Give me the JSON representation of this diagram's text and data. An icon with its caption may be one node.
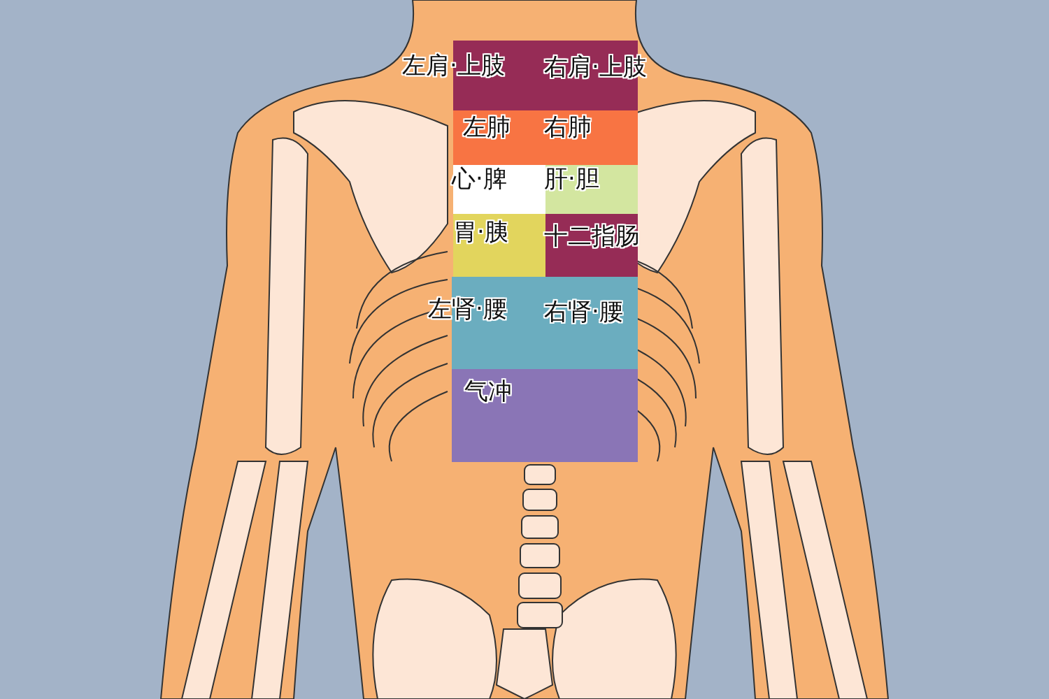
{
  "diagram": {
    "nodes": [
      {
        "text": [
          "左肩·上肢",
          "右肩·上肢"
        ]
      },
      {
        "text": [
          "左肺",
          "右肺"
        ]
      },
      {
        "text": [
          "心·脾"
        ]
      },
      {
        "text": [
          "肝·胆"
        ]
      },
      {
        "text": [
          "胃·胰"
        ]
      },
      {
        "text": [
          "十二指肠"
        ]
      },
      {
        "text": [
          "左肾·腰",
          "右肾·腰"
        ]
      },
      {
        "text": [
          "气冲"
        ]
      }
    ]
  }
}
